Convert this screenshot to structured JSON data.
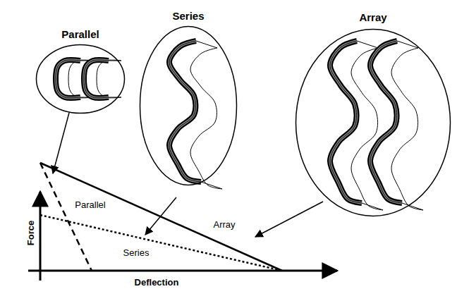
{
  "diagram": {
    "nodes": [
      {
        "text": [
          "Parallel"
        ]
      },
      {
        "text": [
          "Series"
        ]
      },
      {
        "text": [
          "Array"
        ]
      }
    ],
    "labels": [
      "Force",
      "Deflection",
      "Parallel",
      "Series",
      "Array"
    ]
  }
}
